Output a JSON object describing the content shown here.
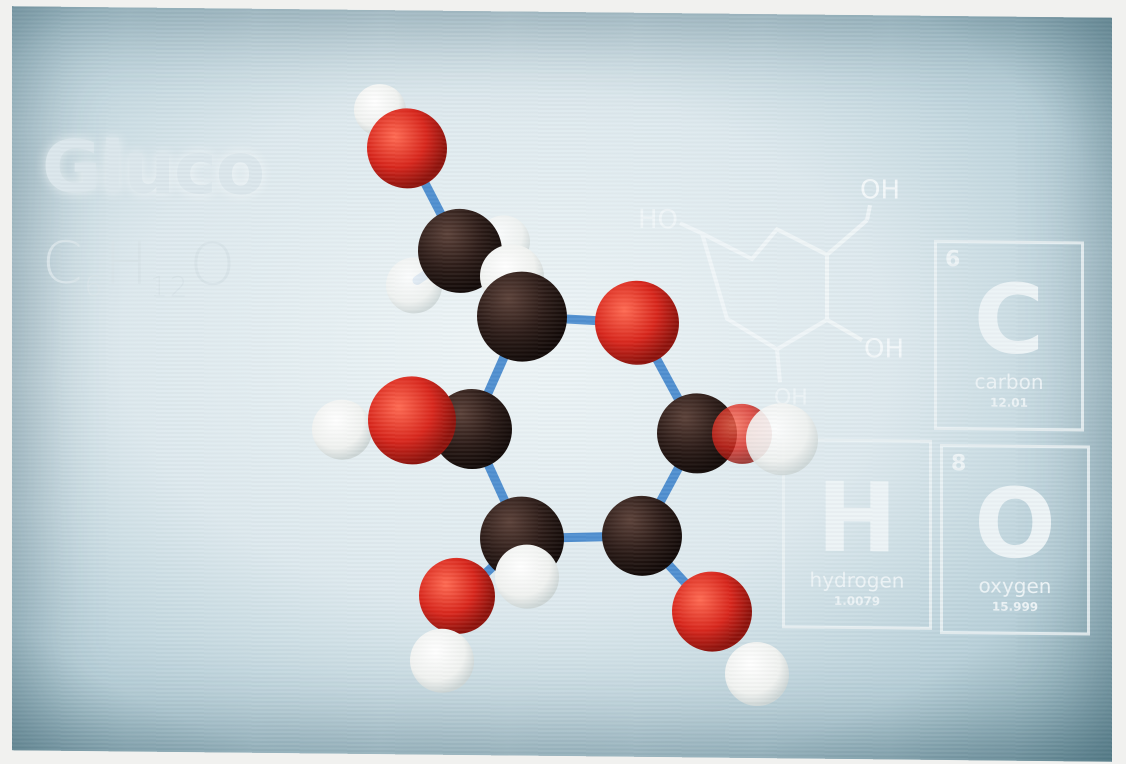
{
  "molecule_name": "Gluco",
  "formula": {
    "c": "C",
    "c_count": "6",
    "h": "H",
    "h_count": "12",
    "o": "O"
  },
  "structure_labels": {
    "oh_top": "OH",
    "ho_left": "HO",
    "oh_right": "OH",
    "oh_bottom": "OH"
  },
  "elements": [
    {
      "number": "6",
      "symbol": "C",
      "name": "carbon",
      "mass": "12.01"
    },
    {
      "number": "",
      "symbol": "H",
      "name": "hydrogen",
      "mass": "1.0079"
    },
    {
      "number": "8",
      "symbol": "O",
      "name": "oxygen",
      "mass": "15.999"
    }
  ],
  "colors": {
    "oxygen": "#d8261c",
    "carbon": "#2a1a16",
    "hydrogen": "#f4f6f4",
    "bond": "#4f8fd0",
    "background": "#dde9ee"
  }
}
